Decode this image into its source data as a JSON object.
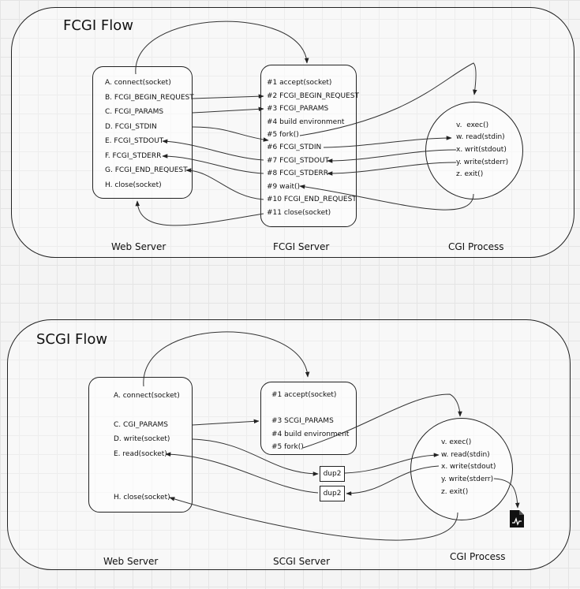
{
  "fcgi": {
    "title": "FCGI Flow",
    "web_server": {
      "caption": "Web Server",
      "items": [
        "A. connect(socket)",
        "B. FCGI_BEGIN_REQUEST",
        "C. FCGI_PARAMS",
        "D. FCGI_STDIN",
        "E. FCGI_STDOUT",
        "F. FCGI_STDERR",
        "G. FCGI_END_REQUEST",
        "H. close(socket)"
      ]
    },
    "fcgi_server": {
      "caption": "FCGI Server",
      "items": [
        "#1 accept(socket)",
        "#2 FCGI_BEGIN_REQUEST",
        "#3 FCGI_PARAMS",
        "#4 build environment",
        "#5 fork()",
        "#6 FCGI_STDIN",
        "#7 FCGI_STDOUT",
        "#8 FCGI_STDERR",
        "#9 wait()",
        "#10 FCGI_END_REQUEST",
        "#11 close(socket)"
      ]
    },
    "cgi_process": {
      "caption": "CGI Process",
      "items": [
        "v.  exec()",
        "w. read(stdin)",
        "x. writ(stdout)",
        "y. write(stderr)",
        "z. exit()"
      ]
    }
  },
  "scgi": {
    "title": "SCGI Flow",
    "web_server": {
      "caption": "Web Server",
      "items": [
        "A. connect(socket)",
        "C. CGI_PARAMS",
        "D. write(socket)",
        "E. read(socket)",
        "H. close(socket)"
      ]
    },
    "scgi_server": {
      "caption": "SCGI Server",
      "items": [
        "#1 accept(socket)",
        "#3 SCGI_PARAMS",
        "#4 build environment",
        "#5 fork()"
      ]
    },
    "cgi_process": {
      "caption": "CGI Process",
      "items": [
        "v. exec()",
        "w. read(stdin)",
        "x. write(stdout)",
        "y. write(stderr)",
        "z. exit()"
      ]
    },
    "dup_boxes": [
      "dup2",
      "dup2"
    ]
  },
  "icons": {
    "log_file": "log-file-icon"
  }
}
